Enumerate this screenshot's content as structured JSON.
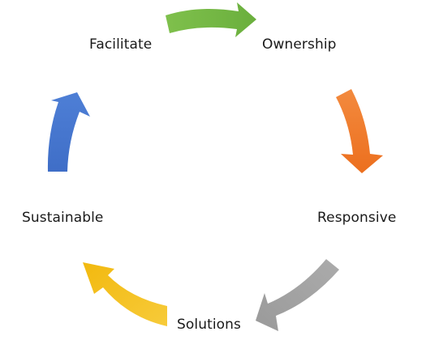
{
  "cycle": {
    "steps": [
      {
        "label": "Facilitate"
      },
      {
        "label": "Ownership"
      },
      {
        "label": "Responsive"
      },
      {
        "label": "Solutions"
      },
      {
        "label": "Sustainable"
      }
    ],
    "arrows": [
      {
        "from": "Facilitate",
        "to": "Ownership",
        "color": "#6AAF3D",
        "color_light": "#7FC04C"
      },
      {
        "from": "Ownership",
        "to": "Responsive",
        "color": "#EC6F1E",
        "color_light": "#F38A3E"
      },
      {
        "from": "Responsive",
        "to": "Solutions",
        "color": "#9A9A9A",
        "color_light": "#ABABAB"
      },
      {
        "from": "Solutions",
        "to": "Sustainable",
        "color": "#F2B90F",
        "color_light": "#F7CB3A"
      },
      {
        "from": "Sustainable",
        "to": "Facilitate",
        "color": "#3F6EC7",
        "color_light": "#4E7FD6"
      }
    ]
  }
}
